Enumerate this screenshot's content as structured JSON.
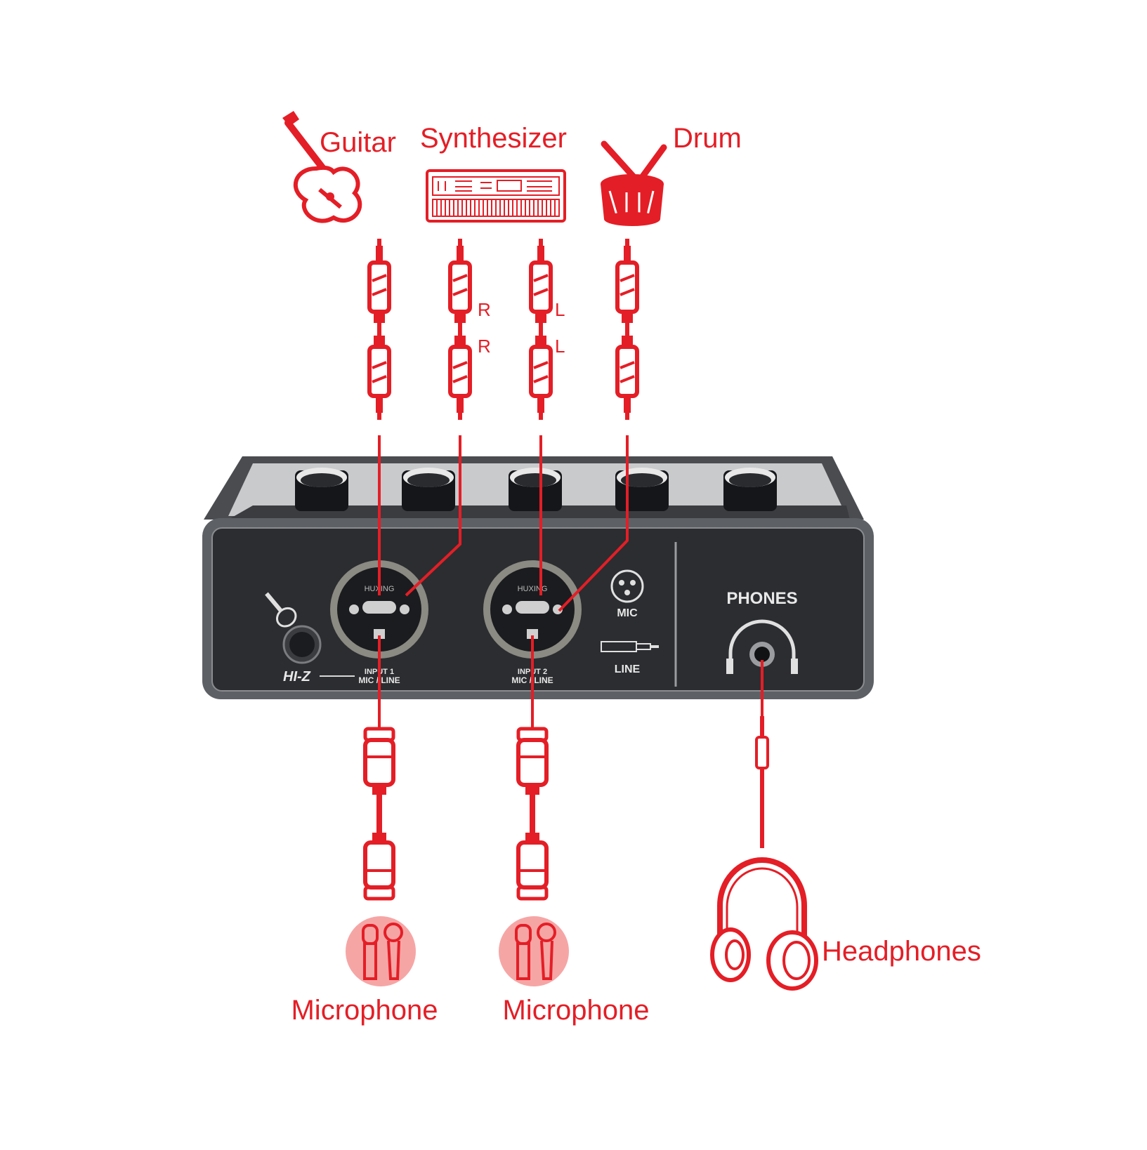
{
  "sources": {
    "guitar": "Guitar",
    "synthesizer": "Synthesizer",
    "drum": "Drum"
  },
  "channel_tags": {
    "right": "R",
    "left": "L"
  },
  "device": {
    "hi_z": "HI-Z",
    "input1_line1": "INPUT 1",
    "input1_line2": "MIC / LINE",
    "input2_line1": "INPUT 2",
    "input2_line2": "MIC / LINE",
    "mic": "MIC",
    "line": "LINE",
    "phones": "PHONES",
    "brand": "HUXING"
  },
  "outputs": {
    "microphone_1": "Microphone",
    "microphone_2": "Microphone",
    "headphones": "Headphones"
  },
  "colors": {
    "accent": "#e41e26",
    "panel": "#2b2d30",
    "housing": "#5d6065"
  },
  "icons": [
    "guitar-icon",
    "synthesizer-icon",
    "drum-icon",
    "jack-plug-icon",
    "xlr-plug-icon",
    "microphone-icon",
    "headphones-icon"
  ]
}
